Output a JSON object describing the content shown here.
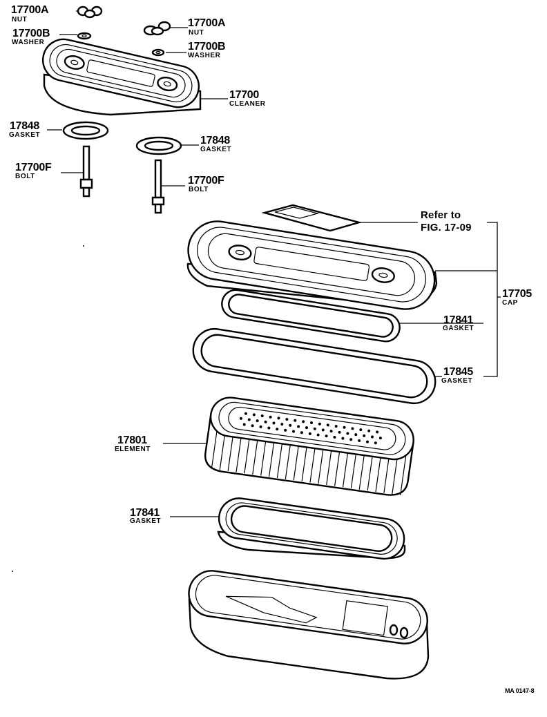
{
  "callouts": [
    {
      "id": "nut_left",
      "number": "17700A",
      "name": "NUT"
    },
    {
      "id": "nut_right",
      "number": "17700A",
      "name": "NUT"
    },
    {
      "id": "washer_left",
      "number": "17700B",
      "name": "WASHER"
    },
    {
      "id": "washer_right",
      "number": "17700B",
      "name": "WASHER"
    },
    {
      "id": "cleaner",
      "number": "17700",
      "name": "CLEANER"
    },
    {
      "id": "gasket_left_small",
      "number": "17848",
      "name": "GASKET"
    },
    {
      "id": "gasket_right_small",
      "number": "17848",
      "name": "GASKET"
    },
    {
      "id": "bolt_left",
      "number": "17700F",
      "name": "BOLT"
    },
    {
      "id": "bolt_right",
      "number": "17700F",
      "name": "BOLT"
    },
    {
      "id": "cap",
      "number": "17705",
      "name": "CAP"
    },
    {
      "id": "gasket_upper",
      "number": "17841",
      "name": "GASKET"
    },
    {
      "id": "gasket_outer",
      "number": "17845",
      "name": "GASKET"
    },
    {
      "id": "element",
      "number": "17801",
      "name": "ELEMENT"
    },
    {
      "id": "gasket_lower",
      "number": "17841",
      "name": "GASKET"
    }
  ],
  "reference": {
    "line1": "Refer to",
    "line2": "FIG. 17-09"
  },
  "drawing_code": "MA 0147-8",
  "colors": {
    "ink": "#000000",
    "paper": "#ffffff"
  }
}
